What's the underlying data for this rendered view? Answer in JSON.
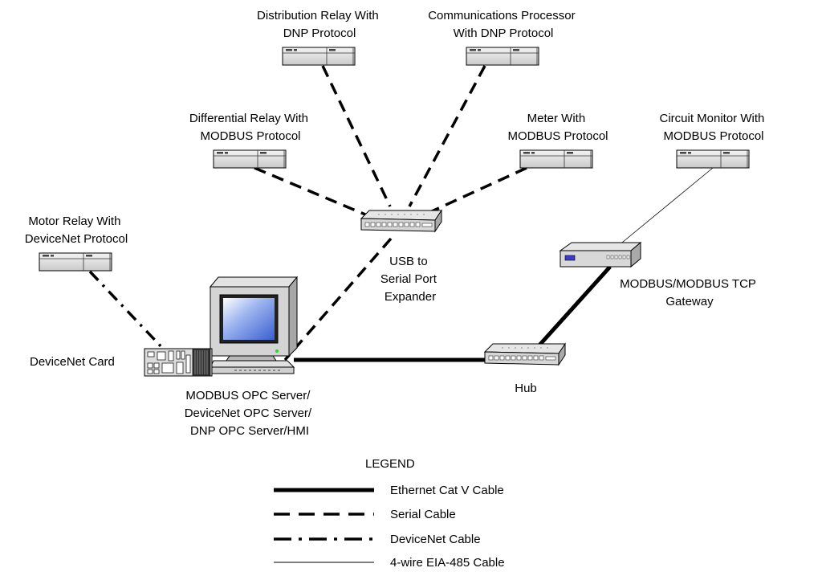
{
  "devices": {
    "distribution_relay": [
      "Distribution Relay With",
      "DNP Protocol"
    ],
    "comm_processor": [
      "Communications Processor",
      "With DNP Protocol"
    ],
    "differential_relay": [
      "Differential Relay With",
      "MODBUS Protocol"
    ],
    "meter": [
      "Meter With",
      "MODBUS Protocol"
    ],
    "circuit_monitor": [
      "Circuit Monitor With",
      "MODBUS Protocol"
    ],
    "motor_relay": [
      "Motor Relay With",
      "DeviceNet Protocol"
    ],
    "usb_expander": [
      "USB to",
      "Serial Port",
      "Expander"
    ],
    "gateway": [
      "MODBUS/MODBUS TCP",
      "Gateway"
    ],
    "devicenet_card": [
      "DeviceNet Card"
    ],
    "server": [
      "MODBUS OPC Server/",
      "DeviceNet OPC Server/",
      "DNP OPC Server/HMI"
    ],
    "hub": [
      "Hub"
    ]
  },
  "legend": {
    "title": "LEGEND",
    "items": [
      {
        "style": "solid-thick",
        "label": "Ethernet Cat V Cable"
      },
      {
        "style": "dashed",
        "label": "Serial Cable"
      },
      {
        "style": "dash-dot",
        "label": "DeviceNet Cable"
      },
      {
        "style": "thin",
        "label": "4-wire EIA-485 Cable"
      }
    ]
  }
}
